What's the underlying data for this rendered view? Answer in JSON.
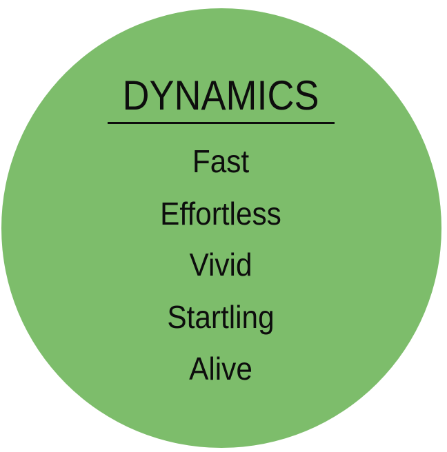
{
  "diagram": {
    "title": "DYNAMICS",
    "items": [
      "Fast",
      "Effortless",
      "Vivid",
      "Startling",
      "Alive"
    ],
    "colors": {
      "circle": "#7dbd6b",
      "text": "#0d0d0d"
    }
  }
}
